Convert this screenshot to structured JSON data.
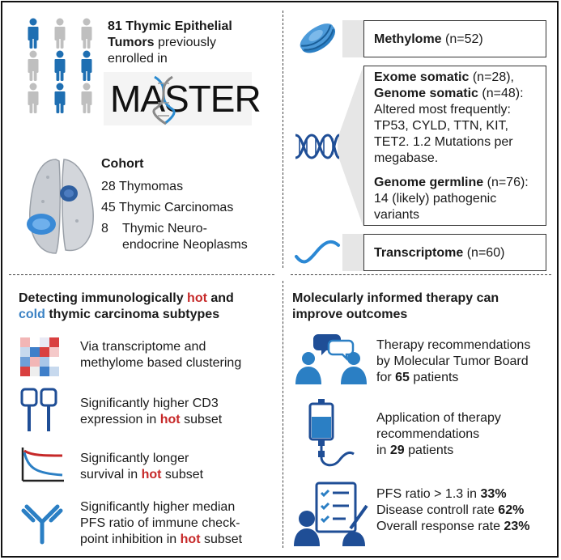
{
  "tumors": {
    "count": "81 Thymic Epithelial",
    "line2": "Tumors",
    "line2_rest": "previously",
    "line3": "enrolled in",
    "logo": "MASTER"
  },
  "cohort": {
    "title": "Cohort",
    "rows": [
      {
        "n": "28",
        "label": "Thymomas"
      },
      {
        "n": "45",
        "label": "Thymic Carcinomas"
      },
      {
        "n": "8",
        "label": "Thymic Neuro-",
        "label2": "endocrine Neoplasms"
      }
    ]
  },
  "omics": {
    "methylome": {
      "name": "Methylome",
      "n": "(n=52)"
    },
    "exome": {
      "name": "Exome somatic",
      "n": "(n=28),"
    },
    "genome_somatic": {
      "name": "Genome somatic",
      "n": "(n=48):"
    },
    "genome_text": [
      "Altered most frequently:",
      "TP53, CYLD, TTN, KIT,",
      "TET2. 1.2 Mutations per",
      "megabase."
    ],
    "germline": {
      "name": "Genome germline",
      "n": "(n=76):"
    },
    "germline_text": [
      "14 (likely) pathogenic",
      "variants"
    ],
    "transcriptome": {
      "name": "Transcriptome",
      "n": "(n=60)"
    }
  },
  "immuno": {
    "title_a": "Detecting immunologically",
    "title_hot": "hot",
    "title_b": "and",
    "title_cold": "cold",
    "title_c": "thymic carcinoma subtypes",
    "items": [
      {
        "l1": "Via transcriptome and",
        "l2": "methylome based clustering"
      },
      {
        "l1": "Significantly higher CD3",
        "l2a": "expression in",
        "hot": "hot",
        "l2b": "subset"
      },
      {
        "l1": "Significantly longer",
        "l2a": "survival in",
        "hot": "hot",
        "l2b": "subset"
      },
      {
        "l1": "Significantly higher median",
        "l2": "PFS ratio of immune check-",
        "l3a": "point inhibition in",
        "hot": "hot",
        "l3b": "subset"
      }
    ]
  },
  "therapy": {
    "title1": "Molecularly informed therapy can",
    "title2": "improve outcomes",
    "rec": {
      "l1": "Therapy recommendations",
      "l2": "by Molecular Tumor Board",
      "l3a": "for",
      "n": "65",
      "l3b": "patients"
    },
    "app": {
      "l1": "Application of therapy",
      "l2": "recommendations",
      "l3a": "in",
      "n": "29",
      "l3b": "patients"
    },
    "outcomes": [
      {
        "label": "PFS ratio > 1.3 in",
        "value": "33%"
      },
      {
        "label": "Disease controll rate",
        "value": "62%"
      },
      {
        "label": "Overall response rate",
        "value": "23%"
      }
    ]
  },
  "colors": {
    "blue": "#1f6fb2",
    "gray": "#bfbfbf",
    "hot": "#c62828",
    "cold": "#3b82c4"
  }
}
